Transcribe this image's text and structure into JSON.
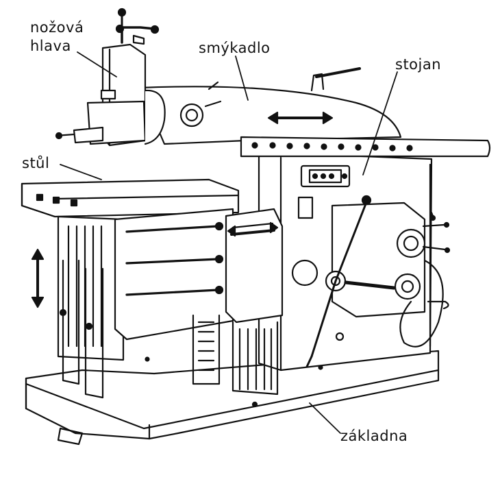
{
  "diagram": {
    "labels": {
      "nozova_line1": "nožová",
      "nozova_line2": "hlava",
      "smykadlo": "smýkadlo",
      "stojan": "stojan",
      "stul": "stůl",
      "zakladna": "základna"
    }
  }
}
